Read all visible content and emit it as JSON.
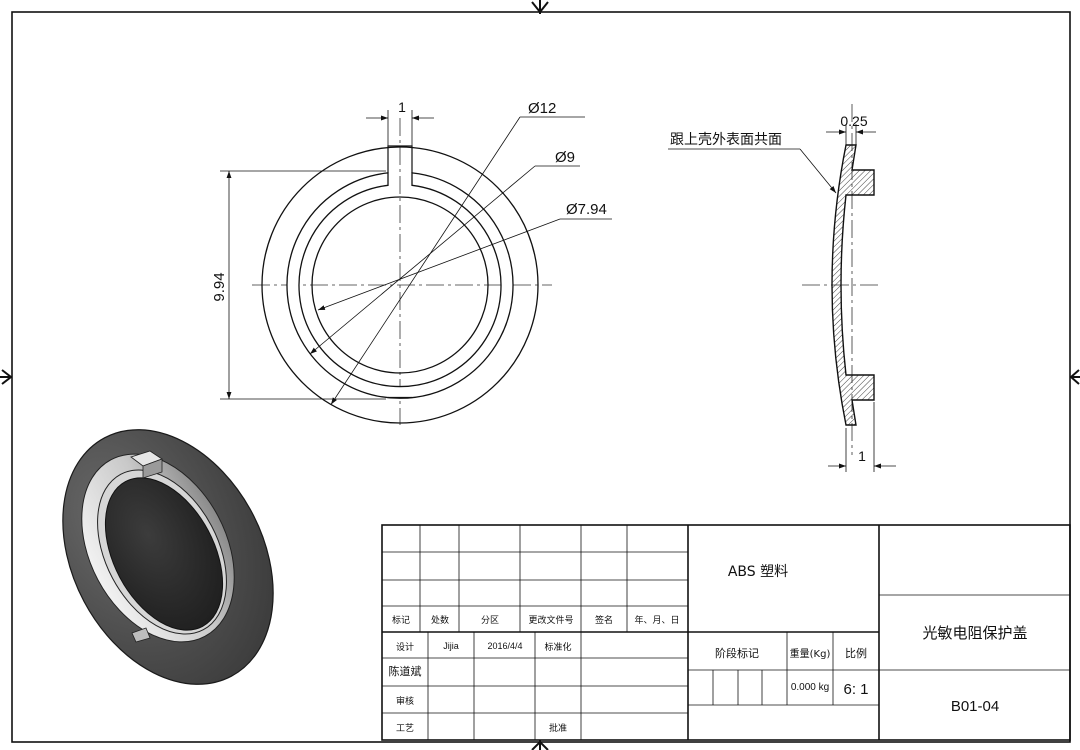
{
  "drawing": {
    "dimensions": {
      "slot_width": "1",
      "outer_diameter": "Ø12",
      "inner_diameter": "Ø9",
      "bore_diameter": "Ø7.94",
      "overall_height": "9.94",
      "thickness": "0.25",
      "side_width": "1"
    },
    "annotation_flush": "跟上壳外表面共面"
  },
  "title_block": {
    "material": "ABS 塑料",
    "part_name": "光敏电阻保护盖",
    "drawing_number": "B01-04",
    "weight_label": "重量(Kg)",
    "weight_value": "0.000 kg",
    "scale_label": "比例",
    "scale_value": "6: 1",
    "stage_label": "阶段标记",
    "revision_headers": [
      "标记",
      "处数",
      "分区",
      "更改文件号",
      "签名",
      "年、月、日"
    ],
    "design_label": "设计",
    "designer": "Jijia",
    "design_date": "2016/4/4",
    "standardization_label": "标准化",
    "checker_name": "陈道斌",
    "review_label": "审核",
    "process_label": "工艺",
    "approve_label": "批准"
  }
}
